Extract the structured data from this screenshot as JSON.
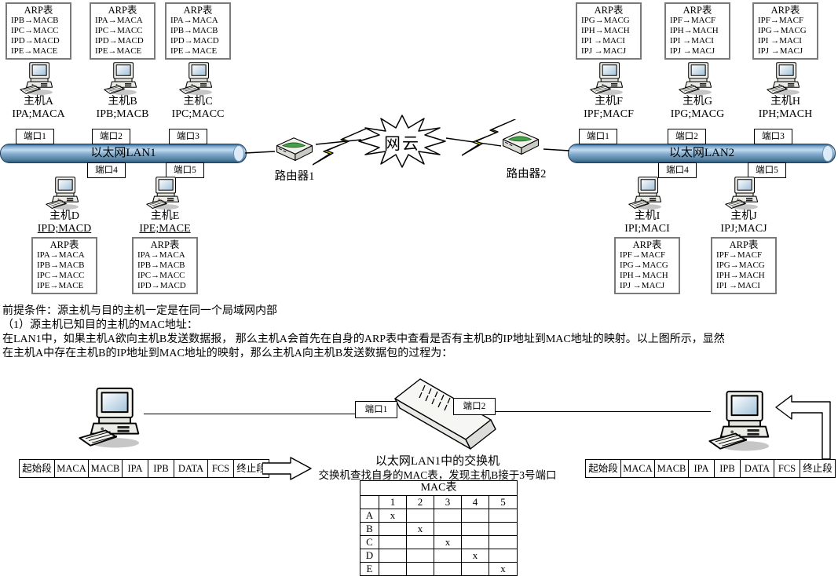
{
  "hosts": [
    {
      "id": "A",
      "name": "主机A",
      "ip": "IPA;MACA",
      "arp_title": "ARP表",
      "arp": [
        "IPB→MACB",
        "IPC→MACC",
        "IPD→MACD",
        "IPE→MACE"
      ]
    },
    {
      "id": "B",
      "name": "主机B",
      "ip": "IPB;MACB",
      "arp_title": "ARP表",
      "arp": [
        "IPA→MACA",
        "IPC→MACC",
        "IPD→MACD",
        "IPE→MACE"
      ]
    },
    {
      "id": "C",
      "name": "主机C",
      "ip": "IPC;MACC",
      "arp_title": "ARP表",
      "arp": [
        "IPA→MACA",
        "IPB→MACB",
        "IPD→MACD",
        "IPE→MACE"
      ]
    },
    {
      "id": "D",
      "name": "主机D",
      "ip": "IPD;MACD",
      "arp_title": "ARP表",
      "arp": [
        "IPA→MACA",
        "IPB→MACB",
        "IPC→MACC",
        "IPE→MACE"
      ]
    },
    {
      "id": "E",
      "name": "主机E",
      "ip": "IPE;MACE",
      "arp_title": "ARP表",
      "arp": [
        "IPA→MACA",
        "IPB→MACB",
        "IPC→MACC",
        "IPD→MACD"
      ]
    },
    {
      "id": "F",
      "name": "主机F",
      "ip": "IPF;MACF",
      "arp_title": "ARP表",
      "arp": [
        "IPG→MACG",
        "IPH→MACH",
        "IPI →MACI",
        "IPJ →MACJ"
      ]
    },
    {
      "id": "G",
      "name": "主机G",
      "ip": "IPG;MACG",
      "arp_title": "ARP表",
      "arp": [
        "IPF→MACF",
        "IPH→MACH",
        "IPI →MACI",
        "IPJ →MACJ"
      ]
    },
    {
      "id": "H",
      "name": "主机H",
      "ip": "IPH;MACH",
      "arp_title": "ARP表",
      "arp": [
        "IPF→MACF",
        "IPG→MACG",
        "IPI →MACI",
        "IPJ →MACJ"
      ]
    },
    {
      "id": "I",
      "name": "主机I",
      "ip": "IPI;MACI",
      "arp_title": "ARP表",
      "arp": [
        "IPF→MACF",
        "IPG→MACG",
        "IPH→MACH",
        "IPJ →MACJ"
      ]
    },
    {
      "id": "J",
      "name": "主机J",
      "ip": "IPJ;MACJ",
      "arp_title": "ARP表",
      "arp": [
        "IPF→MACF",
        "IPG→MACG",
        "IPH→MACH",
        "IPI →MACI"
      ]
    }
  ],
  "lan1": {
    "label": "以太网LAN1",
    "ports_top": [
      "端口1",
      "端口2",
      "端口3"
    ],
    "ports_bottom": [
      "端口4",
      "端口5"
    ]
  },
  "lan2": {
    "label": "以太网LAN2",
    "ports_top": [
      "端口1",
      "端口2",
      "端口3"
    ],
    "ports_bottom": [
      "端口4",
      "端口5"
    ]
  },
  "routers": {
    "router1": "路由器1",
    "router2": "路由器2"
  },
  "cloud_label": "网云",
  "notes": {
    "line1": "前提条件：源主机与目的主机一定是在同一个局域网内部",
    "line2": "（1）源主机已知目的主机的MAC地址：",
    "line3": "在LAN1中，如果主机A欲向主机B发送数据报， 那么主机A会首先在自身的ARP表中查看是否有主机B的IP地址到MAC地址的映射。以上图所示，显然",
    "line4": "在主机A中存在主机B的IP地址到MAC地址的映射，那么主机A向主机B发送数据包的过程为："
  },
  "bottom": {
    "port1": "端口1",
    "port2": "端口2",
    "switch_caption": "以太网LAN1中的交换机",
    "switch_note": "交换机查找自身的MAC表，发现主机B接于3号端口",
    "frame_fields": [
      "起始段",
      "MACA",
      "MACB",
      "IPA",
      "IPB",
      "DATA",
      "FCS",
      "终止段"
    ],
    "mac_table": {
      "title": "MAC表",
      "col_headers": [
        "1",
        "2",
        "3",
        "4",
        "5"
      ],
      "row_labels": [
        "A",
        "B",
        "C",
        "D",
        "E"
      ],
      "cells": [
        [
          "x",
          "",
          "",
          "",
          ""
        ],
        [
          "",
          "x",
          "",
          "",
          ""
        ],
        [
          "",
          "",
          "x",
          "",
          ""
        ],
        [
          "",
          "",
          "",
          "x",
          ""
        ],
        [
          "",
          "",
          "",
          "",
          "x"
        ]
      ]
    }
  },
  "colors": {
    "pipe_blue": "#6f9fc4",
    "bolt_yellow": "#ffff00",
    "led_green": "#46a049",
    "pipe_cap": "#dcebf7"
  }
}
